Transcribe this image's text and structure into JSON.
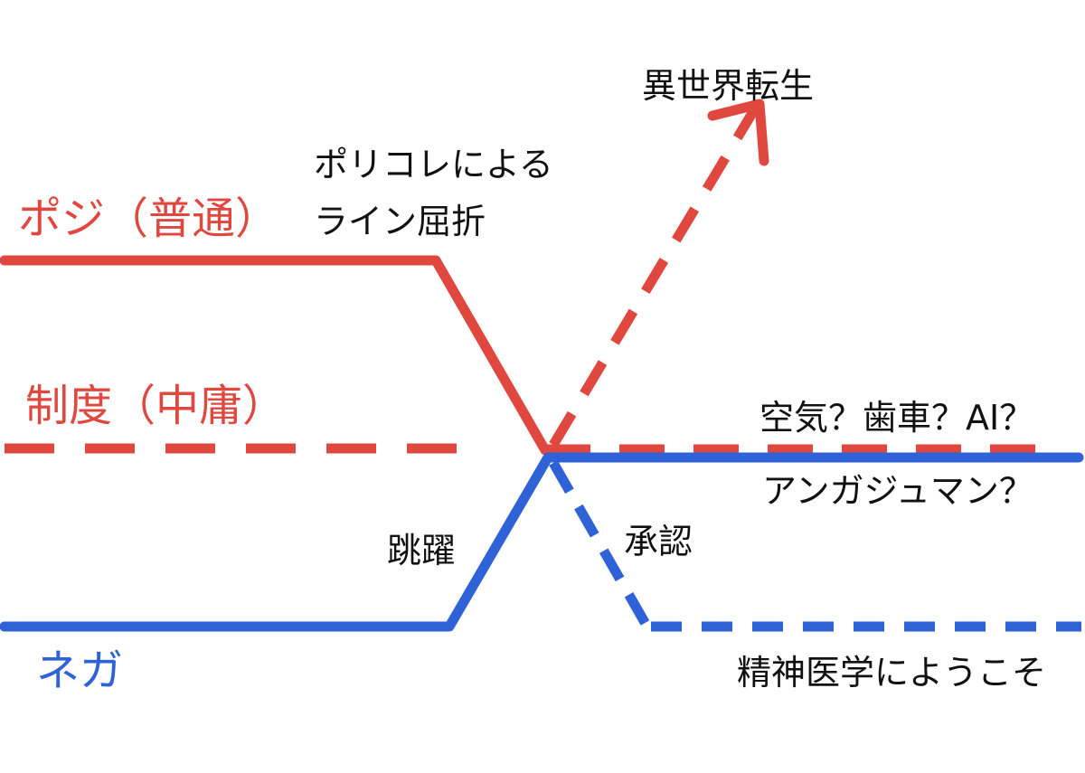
{
  "colors": {
    "red": "#e0483f",
    "blue": "#2f62d6",
    "text": "#111111",
    "background": "#ffffff"
  },
  "labels": {
    "positive": "ポジ（普通）",
    "institution": "制度（中庸）",
    "negative": "ネガ",
    "political_correctness_line1": "ポリコレによる",
    "political_correctness_line2": "ライン屈折",
    "isekai": "異世界転生",
    "air_gear_ai": "空気？歯車？AI？",
    "anpanman_parody": "アンガジュマン？",
    "leap": "跳躍",
    "approval": "承認",
    "psychiatry": "精神医学にようこそ"
  }
}
